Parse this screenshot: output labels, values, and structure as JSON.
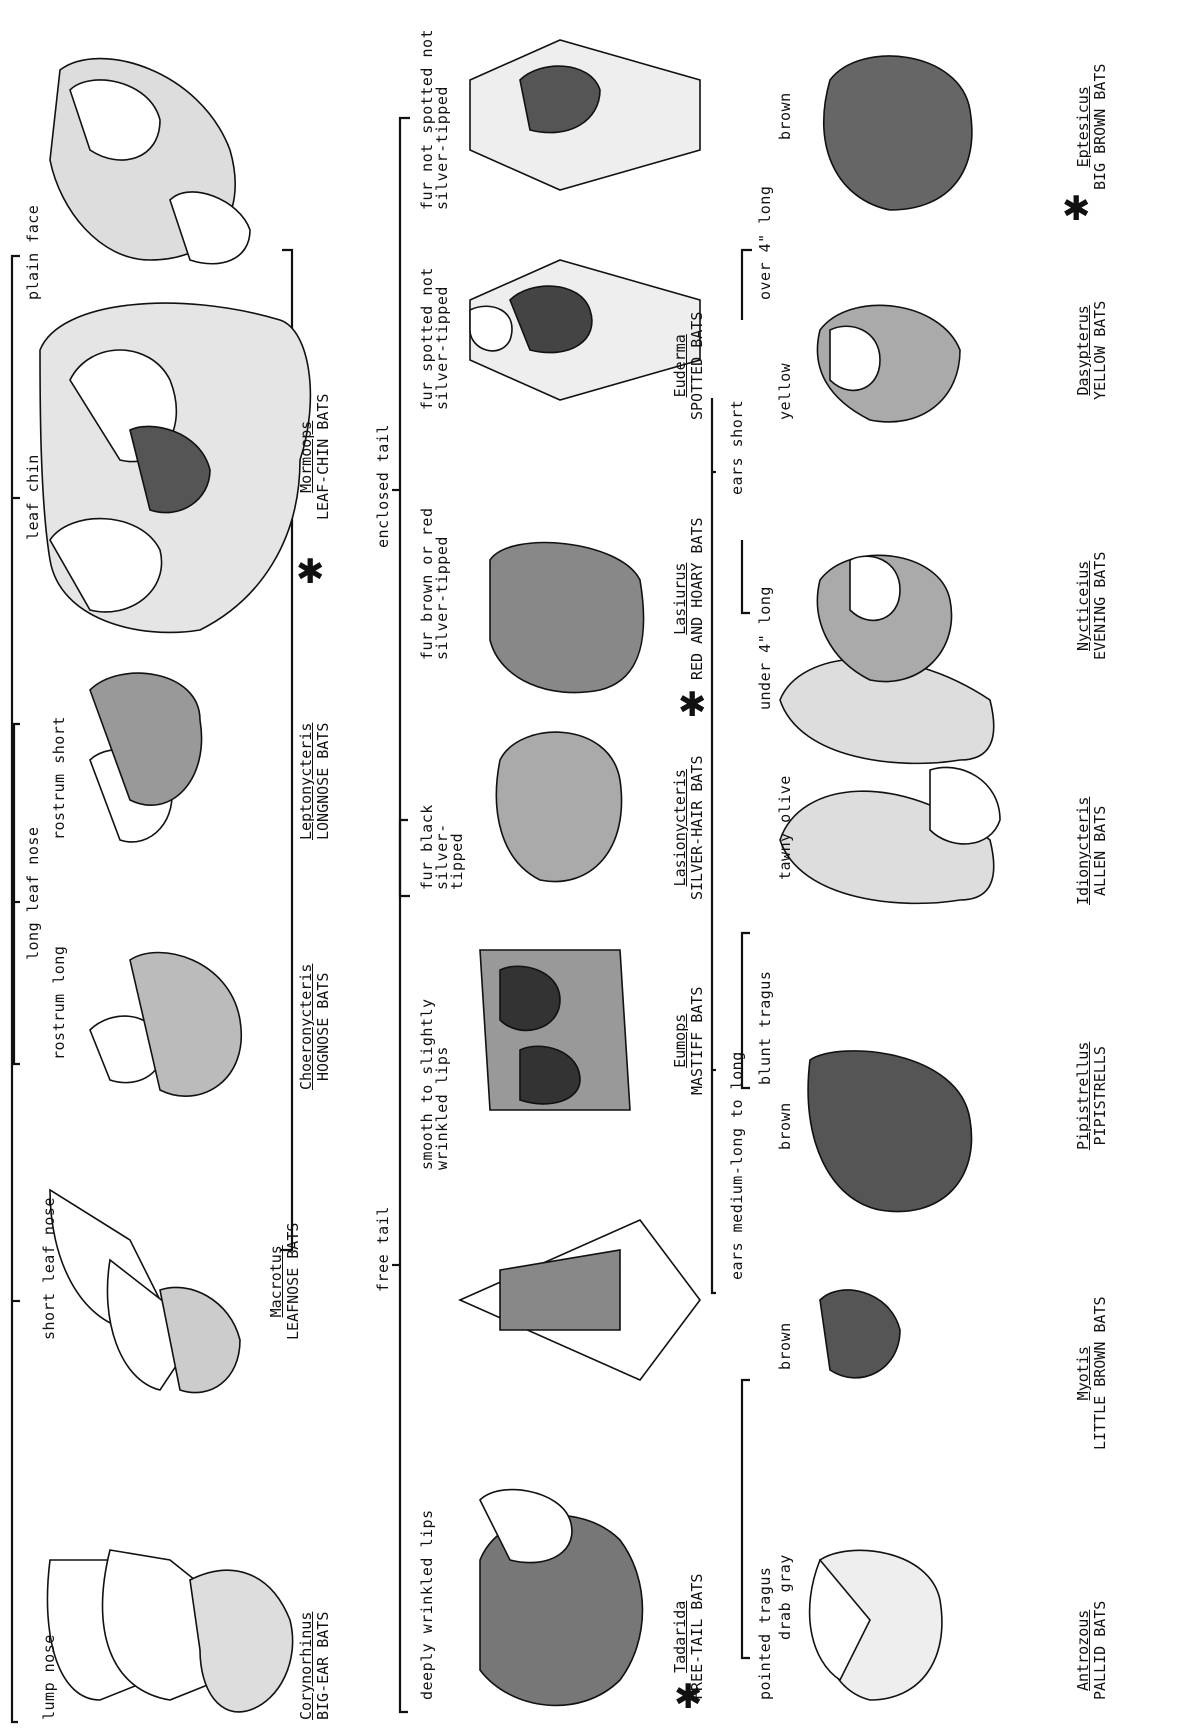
{
  "key": {
    "row1": {
      "lump_nose": "lump nose",
      "short_leaf_nose": "short leaf nose",
      "long_leaf_nose": "long leaf nose",
      "rostrum_long": "rostrum long",
      "rostrum_short": "rostrum short",
      "leaf_chin": "leaf chin",
      "plain_face": "plain face"
    },
    "row2": {
      "free_tail": "free tail",
      "enclosed_tail": "enclosed tail",
      "deeply_wrinkled_lips": "deeply wrinkled lips",
      "smooth_lips": "smooth to slightly wrinkled lips",
      "fur_black": "fur black silver-tipped",
      "fur_brown_red": "fur brown or red silver-tipped",
      "fur_spotted": "fur spotted not silver-tipped",
      "fur_not_spotted": "fur not spotted not silver-tipped"
    },
    "row3": {
      "ears_medium_long": "ears medium-long to long",
      "ears_short": "ears short",
      "pointed_tragus": "pointed tragus",
      "blunt_tragus": "blunt tragus",
      "under_4_long": "under 4\" long",
      "over_4_long": "over 4\" long",
      "drab_gray": "drab gray",
      "brown_1": "brown",
      "brown_2": "brown",
      "tawny_olive": "tawny olive",
      "yellow": "yellow",
      "brown_3": "brown"
    }
  },
  "genera": {
    "corynorhinus": {
      "genus": "Corynorhinus",
      "common": "BIG-EAR BATS"
    },
    "macrotus": {
      "genus": "Macrotus",
      "common": "LEAFNOSE BATS"
    },
    "choeronycteris": {
      "genus": "Choeronycteris",
      "common": "HOGNOSE BATS"
    },
    "leptonycteris": {
      "genus": "Leptonycteris",
      "common": "LONGNOSE BATS"
    },
    "mormoops": {
      "genus": "Mormoops",
      "common": "LEAF-CHIN BATS"
    },
    "tadarida": {
      "genus": "Tadarida",
      "common": "FREE-TAIL BATS"
    },
    "eumops": {
      "genus": "Eumops",
      "common": "MASTIFF BATS"
    },
    "lasionycteris": {
      "genus": "Lasionycteris",
      "common": "SILVER-HAIR BATS"
    },
    "lasiurus": {
      "genus": "Lasiurus",
      "common": "RED AND HOARY BATS"
    },
    "euderma": {
      "genus": "Euderma",
      "common": "SPOTTED BATS"
    },
    "antrozous": {
      "genus": "Antrozous",
      "common": "PALLID BATS"
    },
    "myotis": {
      "genus": "Myotis",
      "common": "LITTLE BROWN BATS"
    },
    "pipistrellus": {
      "genus": "Pipistrellus",
      "common": "PIPISTRELLS"
    },
    "idionycteris": {
      "genus": "Idionycteris",
      "common": "ALLEN BATS"
    },
    "nycticeius": {
      "genus": "Nycticeius",
      "common": "EVENING BATS"
    },
    "dasypterus": {
      "genus": "Dasypterus",
      "common": "YELLOW BATS"
    },
    "eptesicus": {
      "genus": "Eptesicus",
      "common": "BIG BROWN BATS"
    }
  },
  "marks": {
    "asterisk": "✱"
  }
}
